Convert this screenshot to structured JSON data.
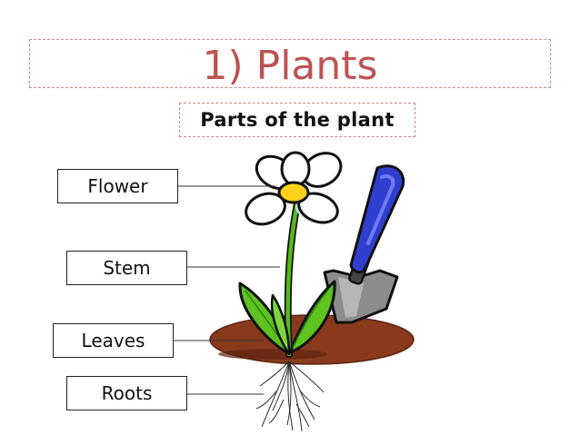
{
  "header": {
    "title": "1) Plants",
    "subtitle": "Parts of the plant"
  },
  "labels": {
    "flower": "Flower",
    "stem": "Stem",
    "leaves": "Leaves",
    "roots": "Roots"
  },
  "colors": {
    "title": "#bf5353",
    "leaf": "#5ec21f",
    "stem": "#56b81c",
    "soil": "#8a3a1c",
    "trowel_handle": "#2f3fd0",
    "trowel_blade": "#8c8c8c",
    "flower_center": "#ffd21a"
  }
}
